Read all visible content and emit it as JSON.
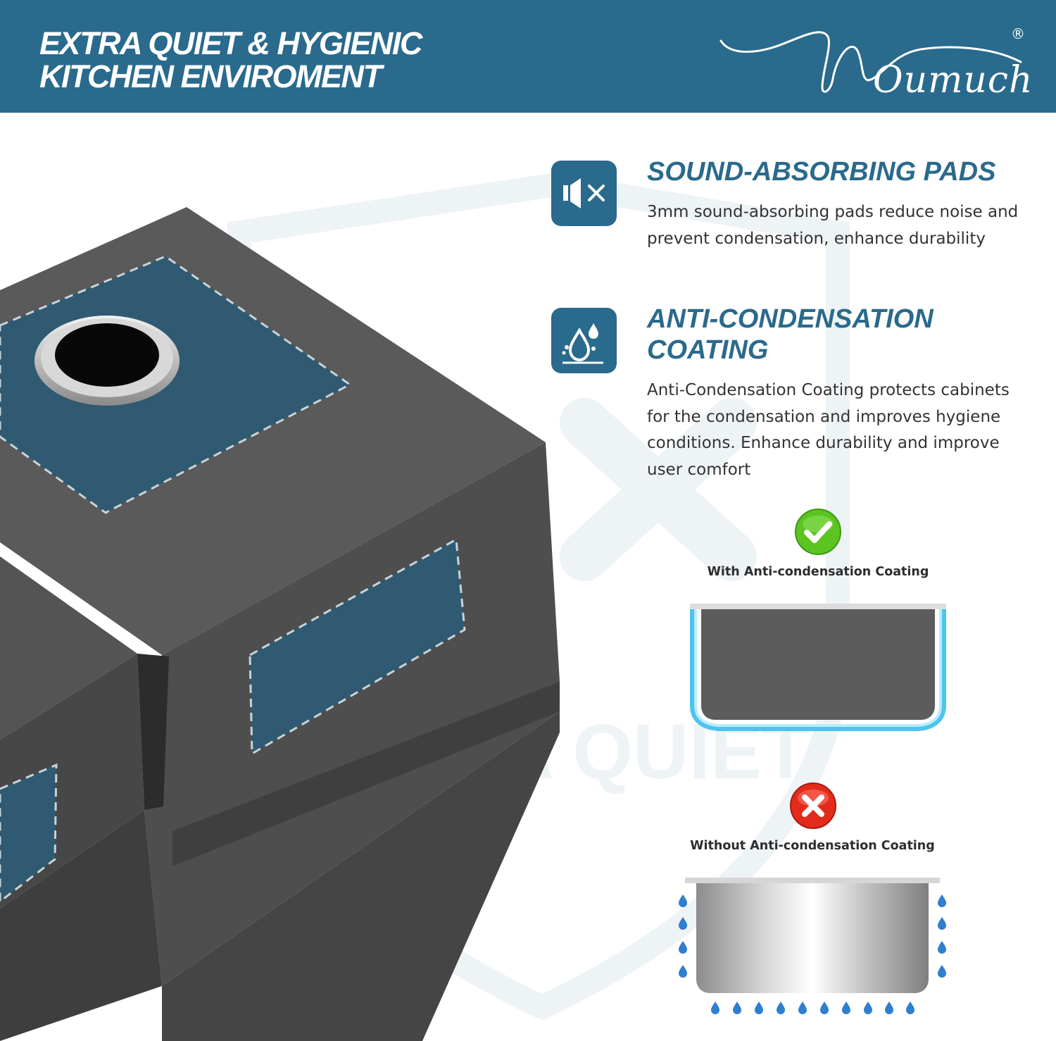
{
  "header": {
    "title_line1": "EXTRA QUIET & HYGIENIC",
    "title_line2": "KITCHEN ENVIROMENT",
    "brand": "Oumuch",
    "registered": "®"
  },
  "watermark": {
    "text": "RA QUIET"
  },
  "features": [
    {
      "icon": "speaker-mute-icon",
      "title": "SOUND-ABSORBING PADS",
      "description": "3mm sound-absorbing pads reduce noise and prevent condensation, enhance durability"
    },
    {
      "icon": "water-drop-icon",
      "title_line1": "ANTI-CONDENSATION",
      "title_line2": "COATING",
      "description": "Anti-Condensation Coating protects cabinets for the condensation and improves hygiene conditions. Enhance durability and improve user comfort"
    }
  ],
  "comparison": {
    "with_coating": {
      "label": "With Anti-condensation Coating",
      "icon": "check-icon"
    },
    "without_coating": {
      "label": "Without Anti-condensation Coating",
      "icon": "cross-icon"
    }
  },
  "colors": {
    "brand_blue": "#2a6a8c",
    "pad_blue": "#2f5a72",
    "sink_dark": "#4d4d4d",
    "coating_glow": "#4ec3ef",
    "check_green": "#5cc421",
    "cross_red": "#e32b1c"
  }
}
